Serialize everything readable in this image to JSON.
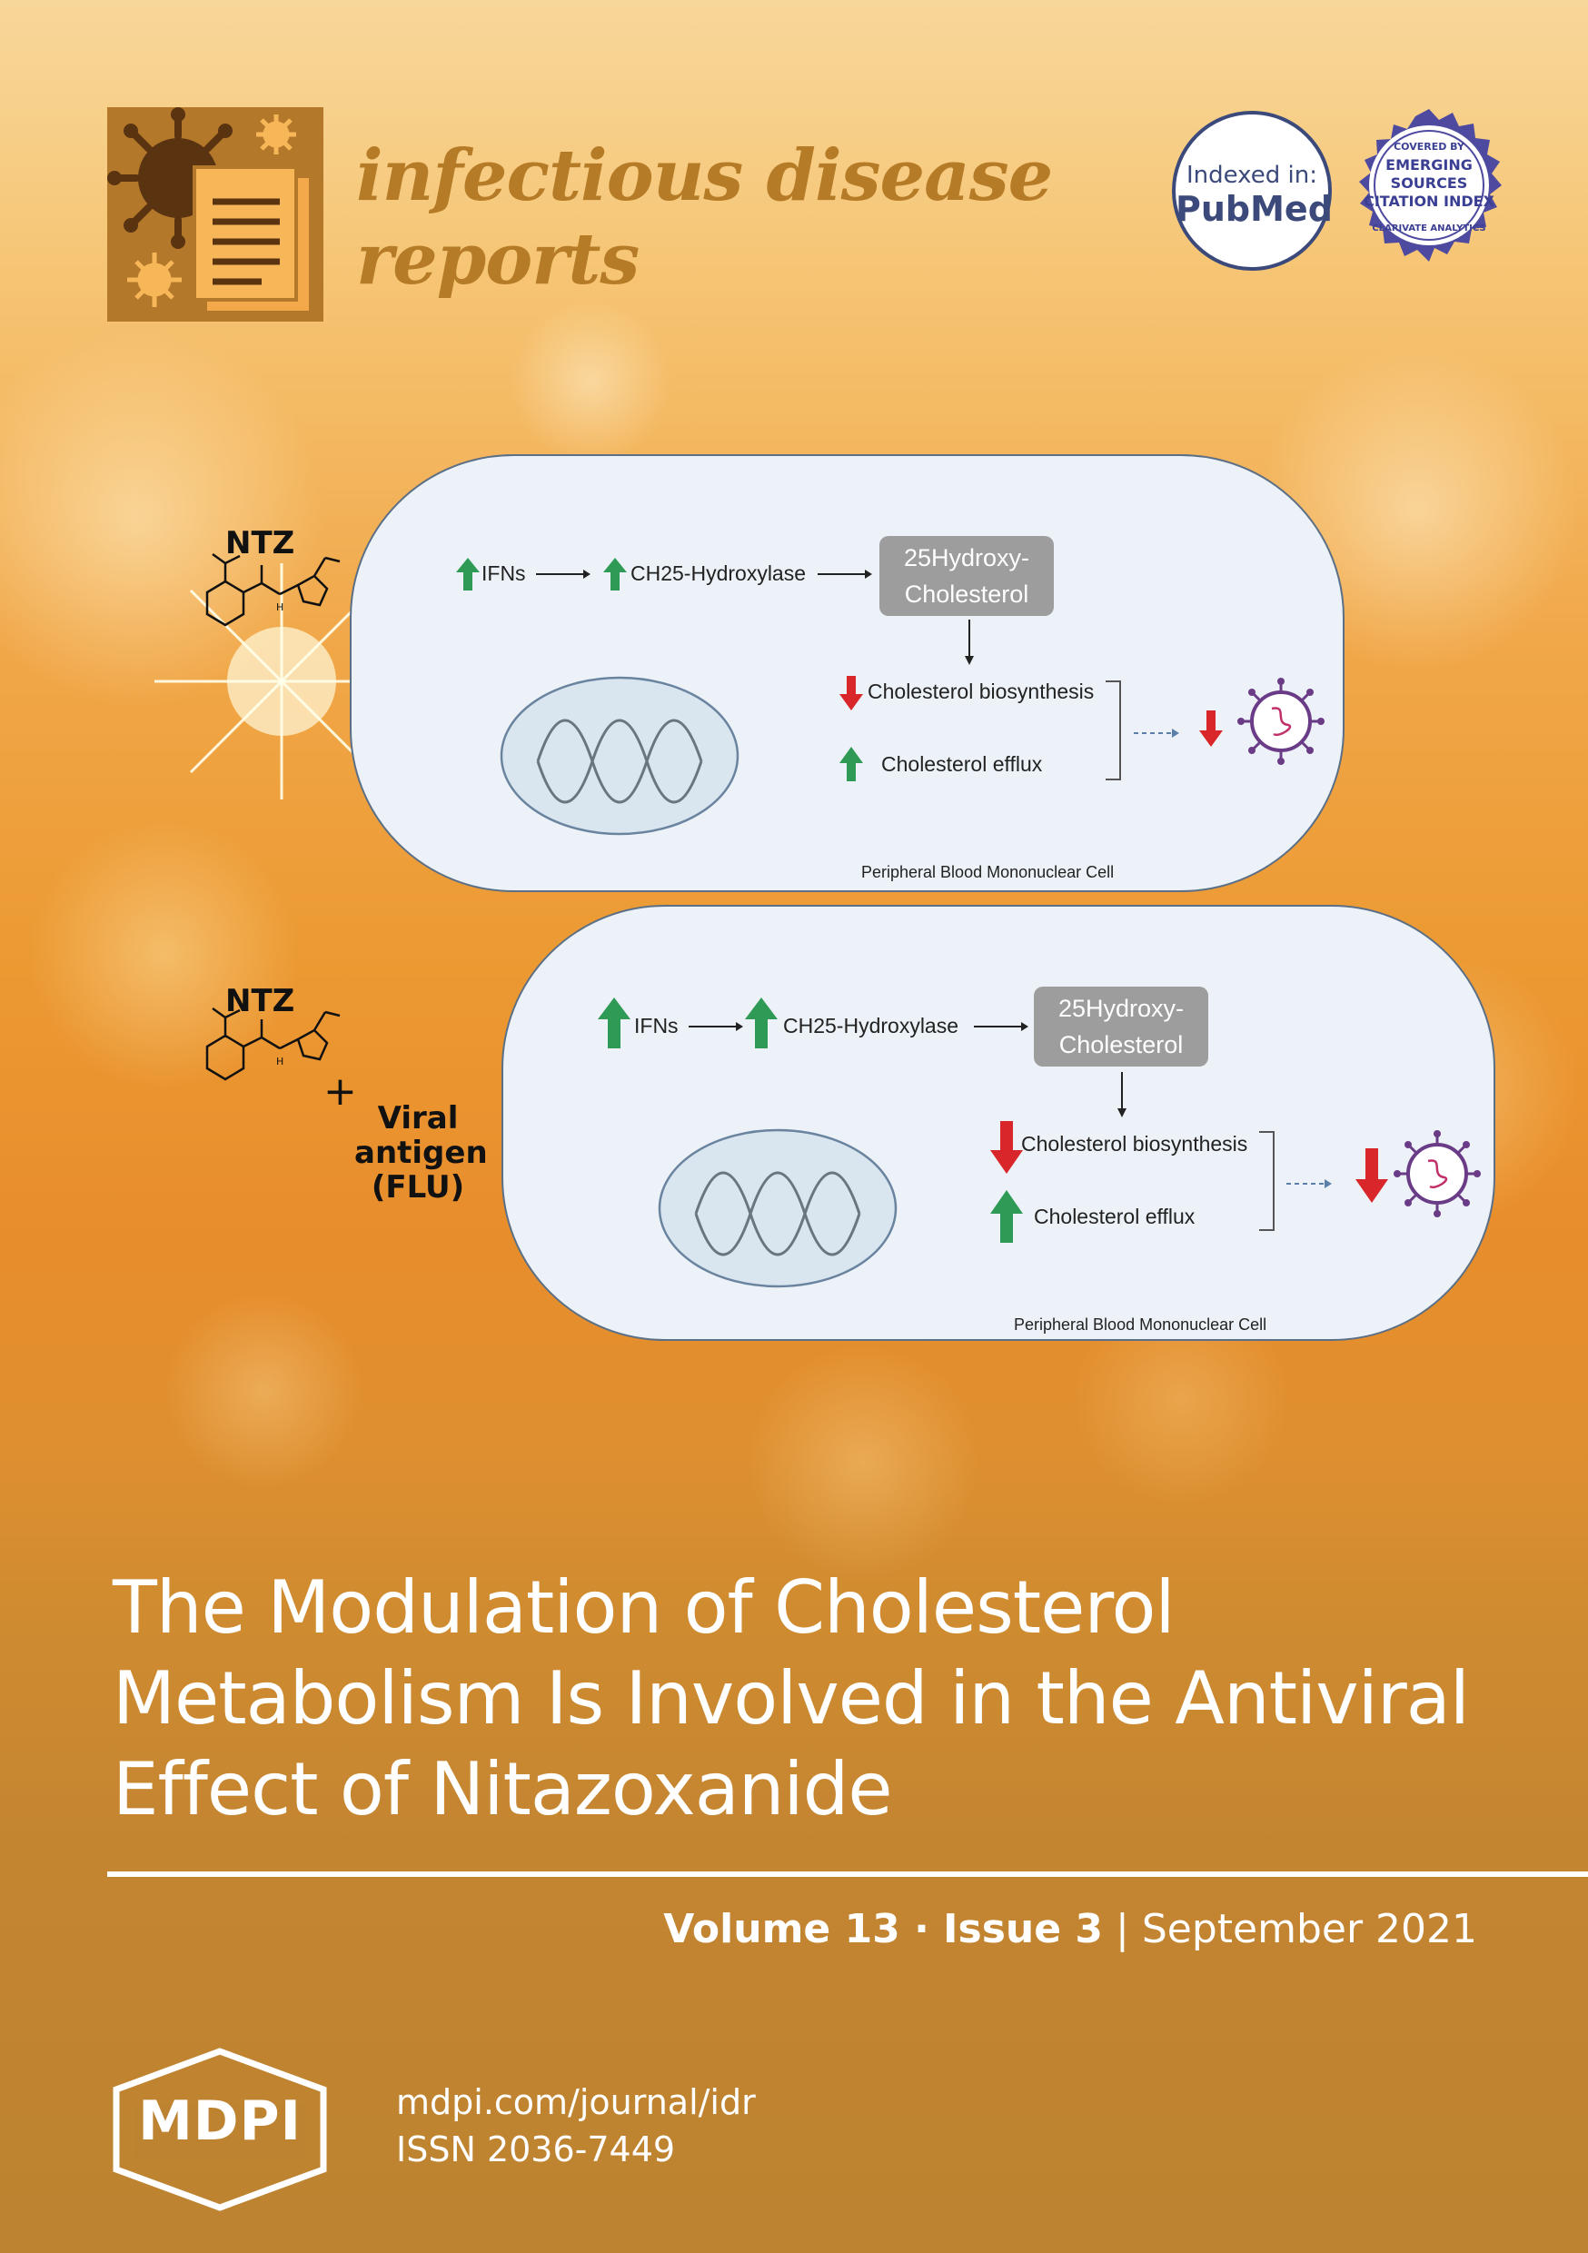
{
  "journal": {
    "name_line1": "infectious disease",
    "name_line2": "reports"
  },
  "badges": {
    "pubmed_line1": "Indexed in:",
    "pubmed_line2": "PubMed",
    "esci_top": "COVERED BY",
    "esci_line1": "EMERGING",
    "esci_line2": "SOURCES",
    "esci_line3": "CITATION INDEX",
    "esci_bottom": "CLARIVATE ANALYTICS"
  },
  "figure": {
    "top": {
      "drug_label": "NTZ",
      "ifns": "IFNs",
      "hydroxylase": "CH25-Hydroxylase",
      "product_line1": "25Hydroxy-",
      "product_line2": "Cholesterol",
      "biosynthesis": "Cholesterol biosynthesis",
      "efflux": "Cholesterol efflux",
      "cell_label": "Peripheral Blood Mononuclear Cell"
    },
    "bottom": {
      "drug_label": "NTZ",
      "plus": "+",
      "antigen_line1": "Viral",
      "antigen_line2": "antigen",
      "antigen_line3": "(FLU)",
      "ifns": "IFNs",
      "hydroxylase": "CH25-Hydroxylase",
      "product_line1": "25Hydroxy-",
      "product_line2": "Cholesterol",
      "biosynthesis": "Cholesterol biosynthesis",
      "efflux": "Cholesterol efflux",
      "cell_label": "Peripheral Blood Mononuclear Cell"
    }
  },
  "article": {
    "title_line1": "The Modulation of Cholesterol",
    "title_line2": "Metabolism Is Involved in the Antiviral",
    "title_line3": "Effect of Nitazoxanide"
  },
  "issue": {
    "volume": "Volume 13",
    "separator": " · ",
    "issue": "Issue 3",
    "divider": " | ",
    "date": "September 2021"
  },
  "publisher": {
    "logo_text": "MDPI",
    "url": "mdpi.com/journal/idr",
    "issn": "ISSN 2036-7449"
  },
  "colors": {
    "arrow_up": "#2e9a55",
    "arrow_down": "#d9262a",
    "virus": "#6a3b86",
    "title_accent": "#b57b26"
  }
}
